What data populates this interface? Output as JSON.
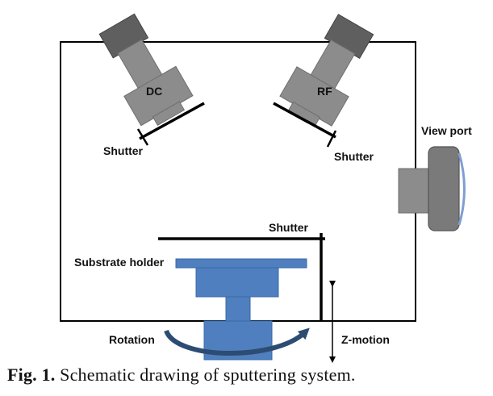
{
  "diagram": {
    "labels": {
      "dc": "DC",
      "rf": "RF",
      "shutter_dc": "Shutter",
      "shutter_rf": "Shutter",
      "shutter_substrate": "Shutter",
      "view_port": "View port",
      "substrate_holder": "Substrate holder",
      "rotation": "Rotation",
      "z_motion": "Z-motion"
    },
    "colors": {
      "chamber_line": "#000000",
      "gun_body": "#8c8c8c",
      "gun_cap": "#5f5f5f",
      "holder_fill": "#4f7fbf",
      "holder_stroke": "#3a6aa5",
      "rotation_arrow": "#2d4c72",
      "viewport_window": "#7f9fd0"
    }
  },
  "caption": {
    "label": "Fig. 1.",
    "text": " Schematic drawing of sputtering system."
  }
}
